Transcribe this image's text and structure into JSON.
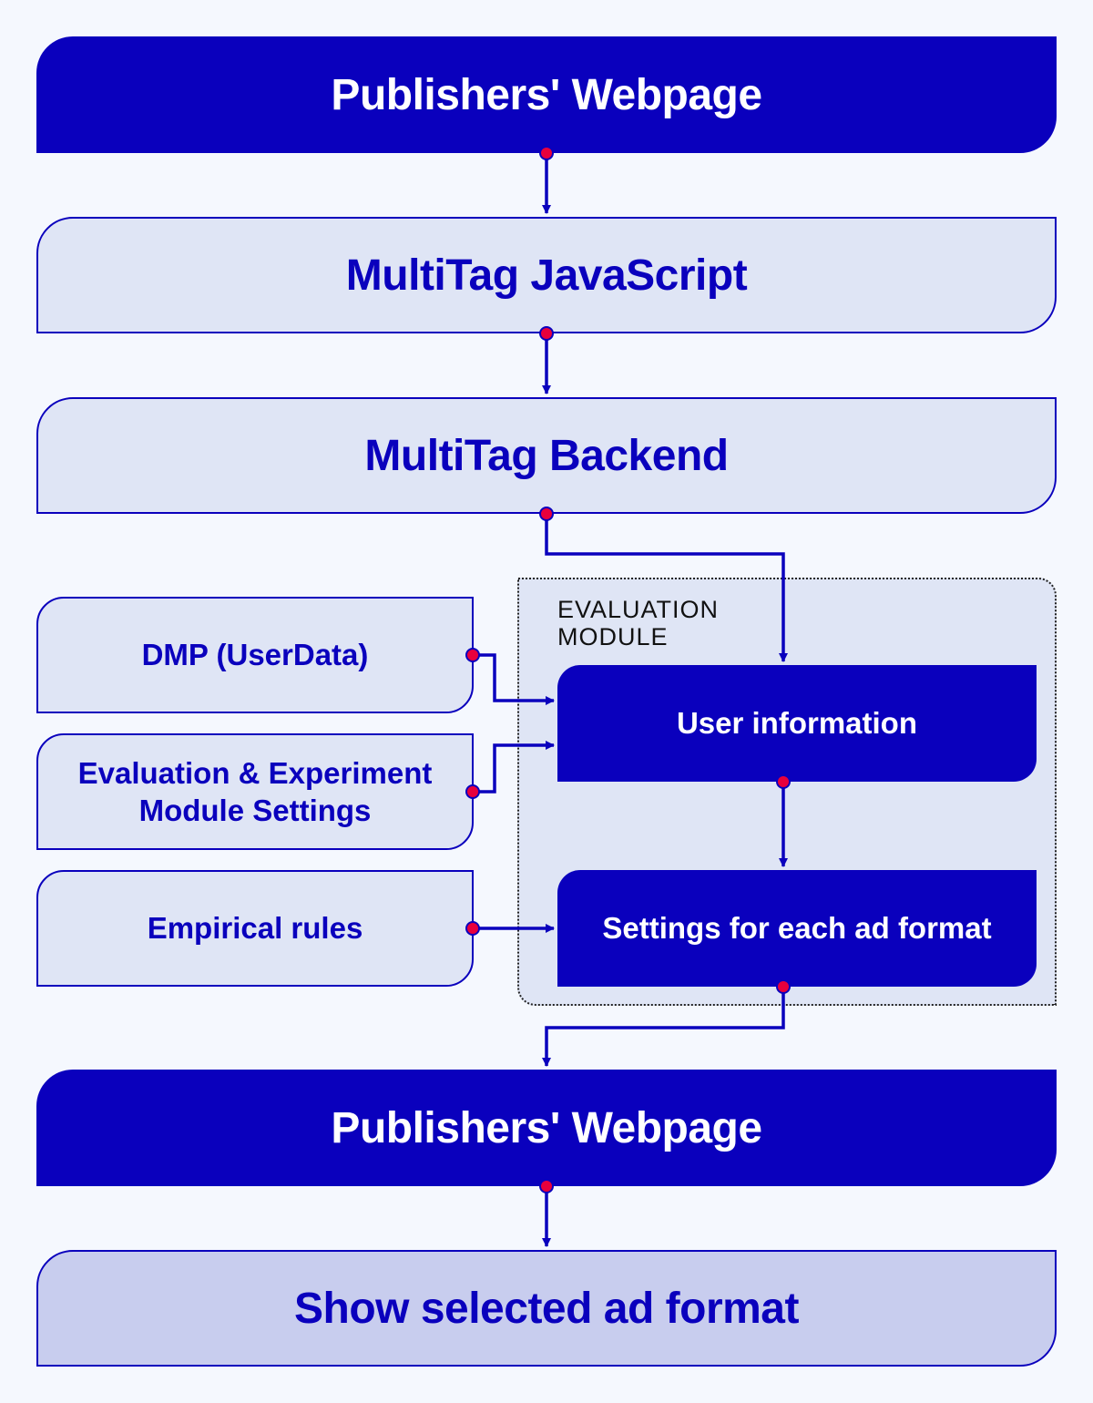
{
  "flow": {
    "publishers_webpage_top": "Publishers' Webpage",
    "multitag_javascript": "MultiTag JavaScript",
    "multitag_backend": "MultiTag Backend",
    "publishers_webpage_bottom": "Publishers' Webpage",
    "show_selected_ad_format": "Show selected ad format"
  },
  "inputs": {
    "dmp": "DMP (UserData)",
    "eval_settings_line1": "Evaluation & Experiment",
    "eval_settings_line2": "Module Settings",
    "empirical_rules": "Empirical rules"
  },
  "evaluation_module": {
    "title_line1": "EVALUATION",
    "title_line2": "MODULE",
    "user_information": "User information",
    "settings_for_each_ad_format": "Settings for each ad format"
  },
  "colors": {
    "primary": "#0a00bd",
    "light_fill": "#dfe5f5",
    "final_fill": "#c8cdee",
    "connector_dot": "#e8003d",
    "background": "#f5f8fe"
  }
}
